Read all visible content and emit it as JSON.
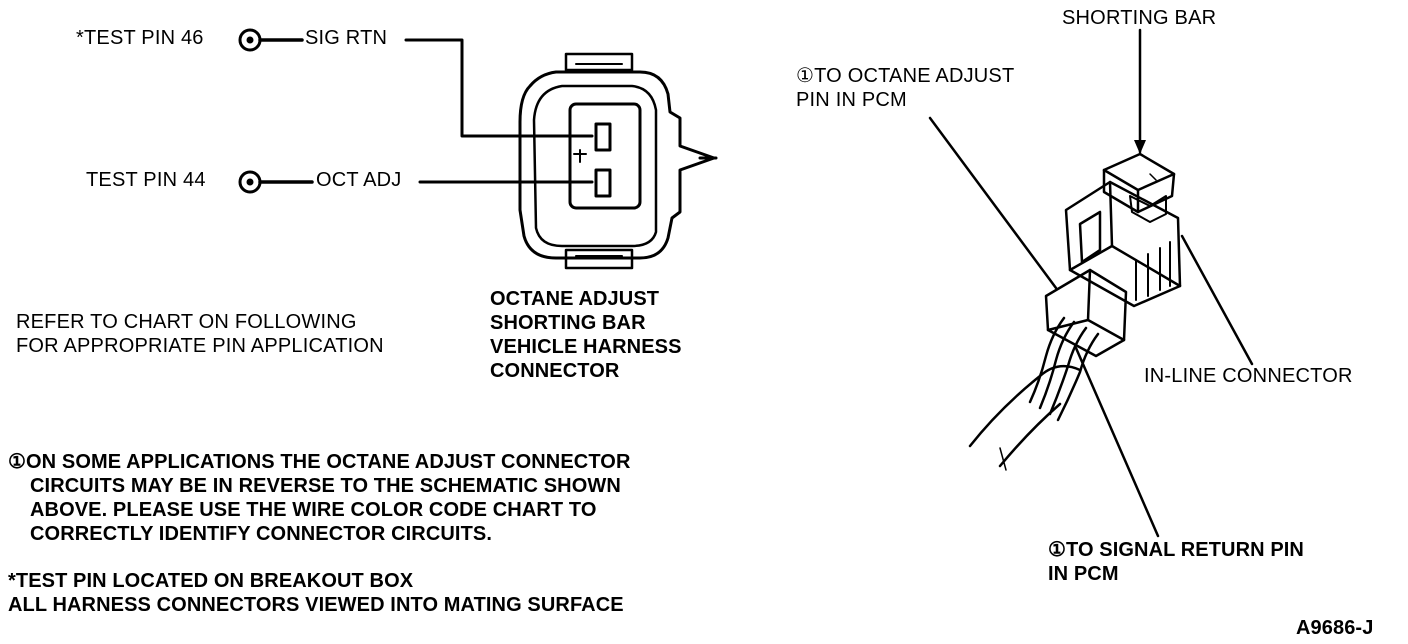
{
  "schematic": {
    "pin46_label": "*TEST PIN 46",
    "pin46_signal": "SIG RTN",
    "pin44_label": "TEST PIN 44",
    "pin44_signal": "OCT ADJ"
  },
  "connector_caption": {
    "line1": "OCTANE ADJUST",
    "line2": "SHORTING BAR",
    "line3": "VEHICLE HARNESS",
    "line4": "CONNECTOR"
  },
  "refer_note": {
    "line1": "REFER TO CHART ON FOLLOWING",
    "line2": "FOR APPROPRIATE PIN APPLICATION"
  },
  "footnote": {
    "line1": "①ON SOME APPLICATIONS THE OCTANE ADJUST CONNECTOR",
    "line2": "CIRCUITS MAY BE IN REVERSE TO THE SCHEMATIC SHOWN",
    "line3": "ABOVE. PLEASE USE THE WIRE COLOR CODE CHART TO",
    "line4": "CORRECTLY IDENTIFY CONNECTOR CIRCUITS."
  },
  "notes": {
    "test_pin_note": "*TEST PIN LOCATED ON BREAKOUT BOX",
    "viewing_note": "ALL HARNESS CONNECTORS VIEWED INTO MATING SURFACE"
  },
  "callouts": {
    "shorting_bar": "SHORTING BAR",
    "octane_adjust_pin_line1": "①TO OCTANE ADJUST",
    "octane_adjust_pin_line2": "PIN IN PCM",
    "inline_connector": "IN-LINE CONNECTOR",
    "signal_return_line1": "①TO SIGNAL RETURN PIN",
    "signal_return_line2": "IN PCM"
  },
  "figure_id": "A9686-J"
}
